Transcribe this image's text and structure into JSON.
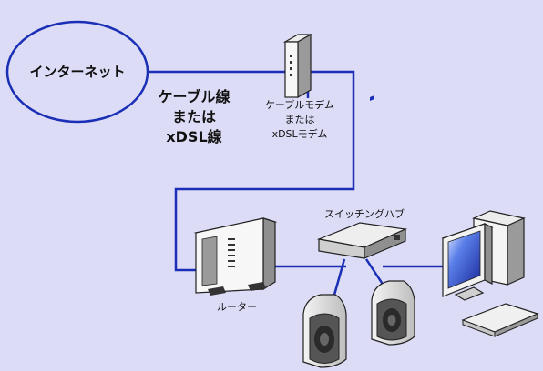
{
  "nodes": {
    "internet": "インターネット",
    "modem": [
      "ケーブルモデム",
      "または",
      "xDSLモデム"
    ],
    "switching_hub": "スイッチングハブ",
    "router": "ルーター"
  },
  "link_label": [
    "ケーブル線",
    "または",
    "xDSL線"
  ],
  "colors": {
    "background": "#dcdcf6",
    "cable": "#1a2fb5",
    "cloud_fill": "#dcdcf6",
    "cloud_stroke": "#1a2fb5"
  }
}
